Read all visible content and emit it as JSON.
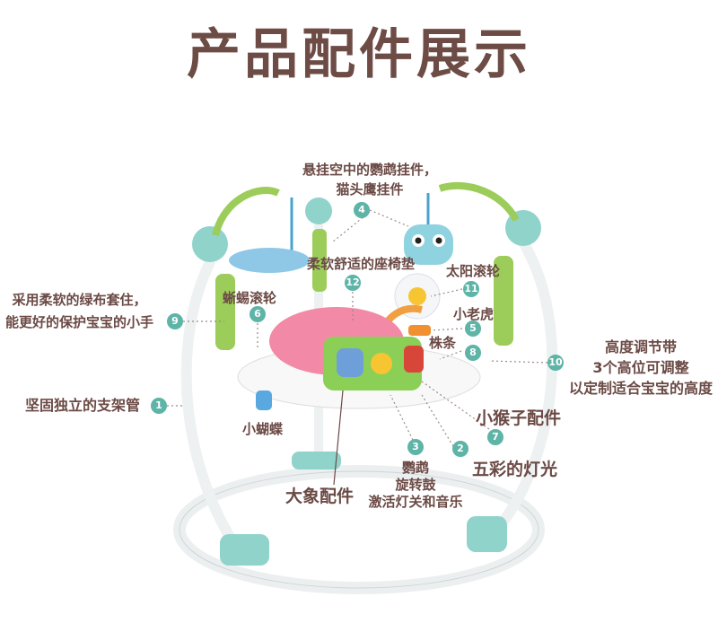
{
  "title": "产品配件展示",
  "callouts": {
    "c1": {
      "num": "1",
      "lines": [
        "坚固独立的支架管"
      ]
    },
    "c2": {
      "num": "2",
      "lines": [
        "五彩的灯光"
      ]
    },
    "c3": {
      "num": "3",
      "lines": [
        "鹦鹉",
        "旋转鼓",
        "激活灯关和音乐"
      ]
    },
    "c4": {
      "num": "4",
      "lines": [
        "悬挂空中的鹦鹉挂件，",
        "猫头鹰挂件"
      ]
    },
    "c5": {
      "num": "5",
      "lines": [
        "小老虎"
      ]
    },
    "c6": {
      "num": "6",
      "lines": [
        "蜥蜴滚轮"
      ]
    },
    "c7": {
      "num": "7",
      "lines": [
        "小猴子配件"
      ]
    },
    "c8": {
      "num": "8",
      "lines": [
        "株条"
      ]
    },
    "c9": {
      "num": "9",
      "lines": [
        "采用柔软的绿布套住，",
        "能更好的保护宝宝的小手"
      ]
    },
    "c10": {
      "num": "10",
      "lines": [
        "高度调节带",
        "3个高位可调整",
        "以定制适合宝宝的高度"
      ]
    },
    "c11": {
      "num": "11",
      "lines": [
        "太阳滚轮"
      ]
    },
    "c12": {
      "num": "12",
      "lines": [
        "柔软舒适的座椅垫"
      ]
    }
  },
  "unnumbered": {
    "butterfly": "小蝴蝶",
    "elephant": "大象配件"
  },
  "colors": {
    "title": "#6e4c46",
    "badge": "#5db4a7",
    "frame_teal": "#8fd3cb",
    "leaf_green": "#9ccd5a",
    "seat_pink": "#f28aa7"
  }
}
